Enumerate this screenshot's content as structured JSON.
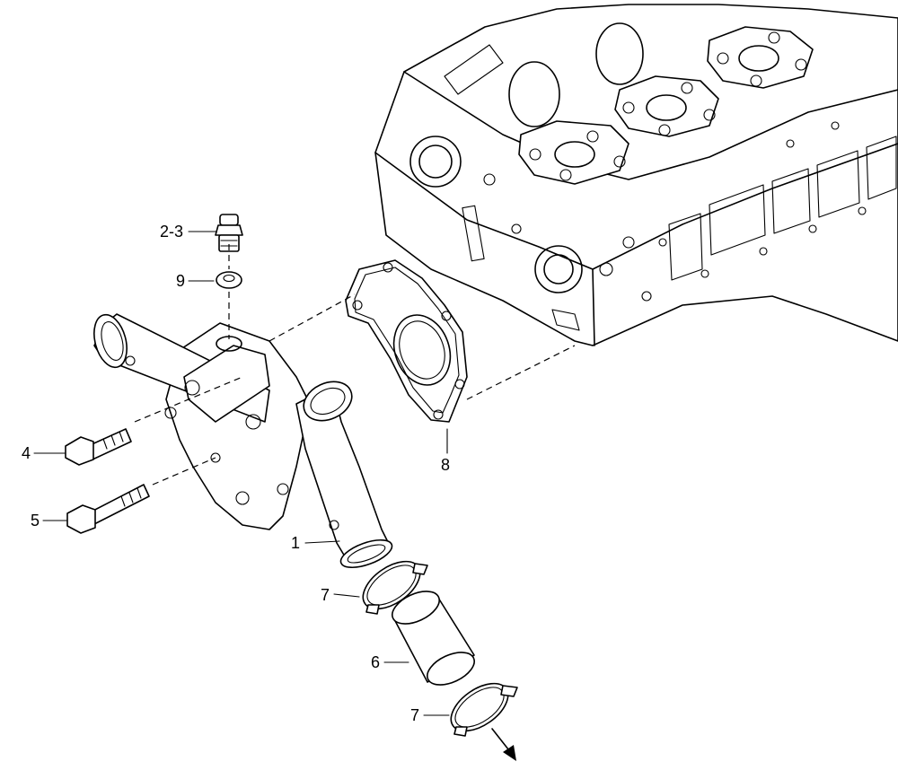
{
  "callouts": {
    "c1": "1",
    "c23": "2-3",
    "c4": "4",
    "c5": "5",
    "c6": "6",
    "c7a": "7",
    "c7b": "7",
    "c8": "8",
    "c9": "9"
  }
}
